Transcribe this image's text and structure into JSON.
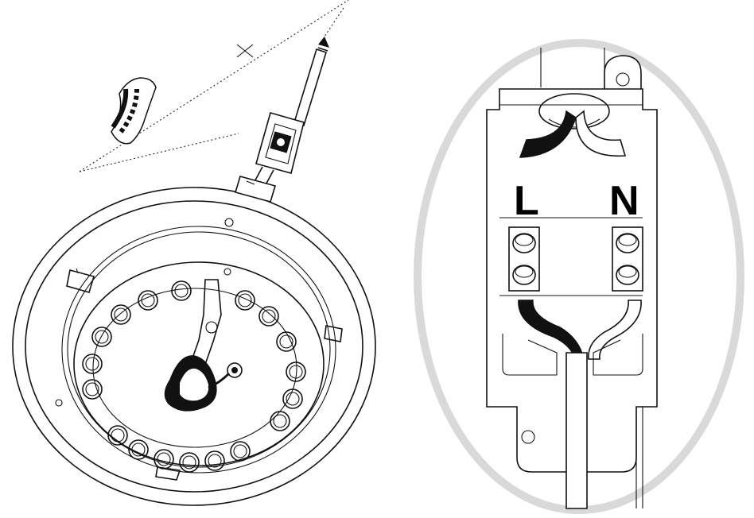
{
  "diagram": {
    "terminals": {
      "live": "L",
      "neutral": "N"
    },
    "colors": {
      "line": "#111111",
      "highlight_ellipse": "#d9d9d9",
      "live_wire": "#111111",
      "background": "#ffffff"
    },
    "icons": [
      "ceiling-light-base",
      "terminal-block",
      "screwdriver",
      "cable",
      "magnified-connection"
    ]
  }
}
